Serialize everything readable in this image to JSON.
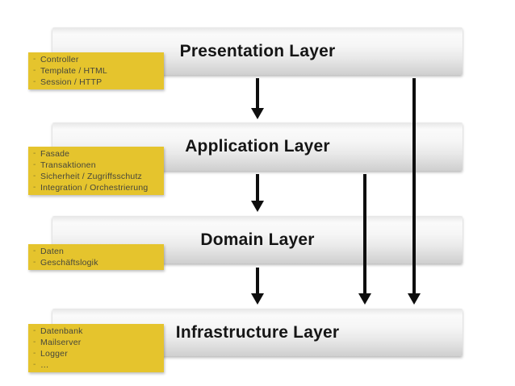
{
  "diagram": {
    "type": "layered-architecture",
    "layers": [
      {
        "id": "presentation",
        "title": "Presentation Layer",
        "notes": [
          "Controller",
          "Template / HTML",
          "Session / HTTP"
        ]
      },
      {
        "id": "application",
        "title": "Application Layer",
        "notes": [
          "Fasade",
          "Transaktionen",
          "Sicherheit / Zugriffsschutz",
          "Integration / Orchestrierung"
        ]
      },
      {
        "id": "domain",
        "title": "Domain Layer",
        "notes": [
          "Daten",
          "Geschäftslogik"
        ]
      },
      {
        "id": "infrastructure",
        "title": "Infrastructure Layer",
        "notes": [
          "Datenbank",
          "Mailserver",
          "Logger",
          "…"
        ]
      }
    ],
    "bullet_char": "-",
    "arrows": [
      {
        "from": "presentation",
        "to": "application"
      },
      {
        "from": "application",
        "to": "domain"
      },
      {
        "from": "domain",
        "to": "infrastructure"
      },
      {
        "from": "application",
        "to": "infrastructure"
      },
      {
        "from": "presentation",
        "to": "infrastructure"
      }
    ],
    "colors": {
      "note_background": "#e5c42d",
      "note_text": "#47473b",
      "bar_text": "#151515",
      "arrow": "#0e0e0e",
      "background": "#ffffff"
    }
  }
}
